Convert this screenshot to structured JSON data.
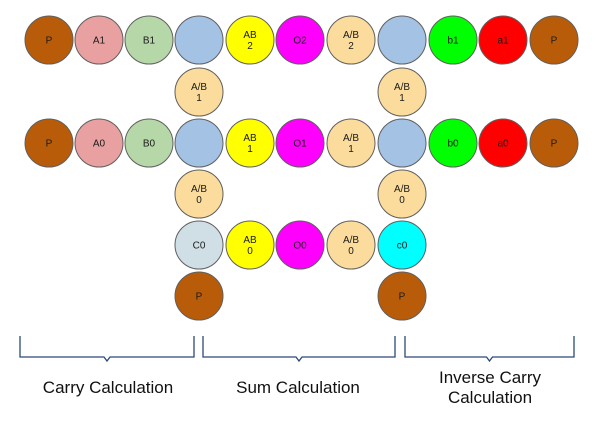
{
  "colors": {
    "brown": "#b85c0a",
    "pink": "#e8a0a0",
    "light_green": "#b6d7a8",
    "blue": "#a4c2e4",
    "yellow": "#ffff00",
    "magenta": "#ff00ff",
    "tan": "#fbdc9c",
    "green": "#00ff00",
    "red": "#ff0000",
    "light_gray_blue": "#d0dfe6",
    "cyan": "#00ffff",
    "outline": "#5f5f5f",
    "brace": "#2b4a7a"
  },
  "nodes": [
    {
      "id": "r1-p-left",
      "label": "P",
      "color": "brown"
    },
    {
      "id": "r1-a1",
      "label": "A1",
      "color": "pink"
    },
    {
      "id": "r1-b1",
      "label": "B1",
      "color": "light_green"
    },
    {
      "id": "r1-blank-1",
      "label": "",
      "color": "blue"
    },
    {
      "id": "r1-ab2",
      "label": "AB\n2",
      "color": "yellow"
    },
    {
      "id": "r1-o2",
      "label": "O2",
      "color": "magenta"
    },
    {
      "id": "r1-a-b2",
      "label": "A/B\n2",
      "color": "tan"
    },
    {
      "id": "r1-blank-2",
      "label": "",
      "color": "blue"
    },
    {
      "id": "r1-b1-lower",
      "label": "b1",
      "color": "green"
    },
    {
      "id": "r1-a1-lower",
      "label": "a1",
      "color": "red"
    },
    {
      "id": "r1-p-right",
      "label": "P",
      "color": "brown"
    },
    {
      "id": "v1-left",
      "label": "A/B\n1",
      "color": "tan"
    },
    {
      "id": "v1-right",
      "label": "A/B\n1",
      "color": "tan"
    },
    {
      "id": "r2-p-left",
      "label": "P",
      "color": "brown"
    },
    {
      "id": "r2-a0",
      "label": "A0",
      "color": "pink"
    },
    {
      "id": "r2-b0",
      "label": "B0",
      "color": "light_green"
    },
    {
      "id": "r2-blank-1",
      "label": "",
      "color": "blue"
    },
    {
      "id": "r2-ab1",
      "label": "AB\n1",
      "color": "yellow"
    },
    {
      "id": "r2-o1",
      "label": "O1",
      "color": "magenta"
    },
    {
      "id": "r2-a-b1",
      "label": "A/B\n1",
      "color": "tan"
    },
    {
      "id": "r2-blank-2",
      "label": "",
      "color": "blue"
    },
    {
      "id": "r2-b0-lower",
      "label": "b0",
      "color": "green"
    },
    {
      "id": "r2-a0-lower",
      "label": "a0",
      "color": "red"
    },
    {
      "id": "r2-p-right",
      "label": "P",
      "color": "brown"
    },
    {
      "id": "v2-left",
      "label": "A/B\n0",
      "color": "tan"
    },
    {
      "id": "v2-right",
      "label": "A/B\n0",
      "color": "tan"
    },
    {
      "id": "r3-c0",
      "label": "C0",
      "color": "light_gray_blue"
    },
    {
      "id": "r3-ab0",
      "label": "AB\n0",
      "color": "yellow"
    },
    {
      "id": "r3-o0",
      "label": "O0",
      "color": "magenta"
    },
    {
      "id": "r3-a-b0",
      "label": "A/B\n0",
      "color": "tan"
    },
    {
      "id": "r3-c0-lower",
      "label": "c0",
      "color": "cyan"
    },
    {
      "id": "r4-p-left",
      "label": "P",
      "color": "brown"
    },
    {
      "id": "r4-p-right",
      "label": "P",
      "color": "brown"
    }
  ],
  "sections": [
    {
      "id": "carry",
      "label": "Carry Calculation"
    },
    {
      "id": "sum",
      "label": "Sum Calculation"
    },
    {
      "id": "inverse-carry",
      "label": "Inverse Carry\nCalculation"
    }
  ]
}
